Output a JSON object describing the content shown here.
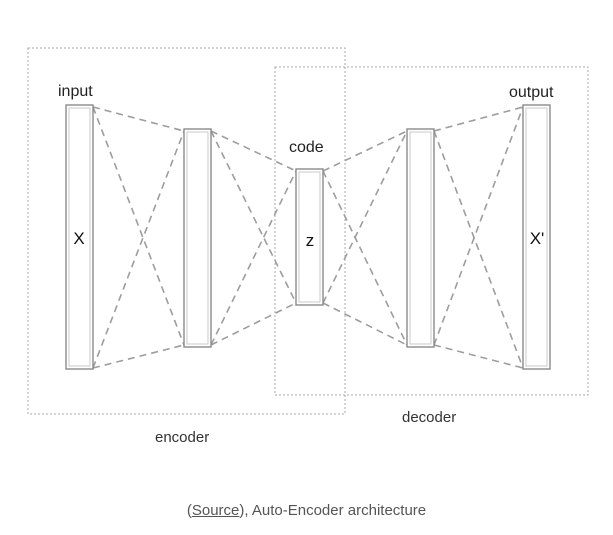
{
  "diagram": {
    "labels": {
      "input": "input",
      "output": "output",
      "code": "code",
      "encoder": "encoder",
      "decoder": "decoder"
    },
    "variables": {
      "x": "X",
      "z": "z",
      "x_prime": "X'"
    }
  },
  "caption": {
    "open_paren": "(",
    "link_text": "Source",
    "rest": "), Auto-Encoder architecture"
  }
}
